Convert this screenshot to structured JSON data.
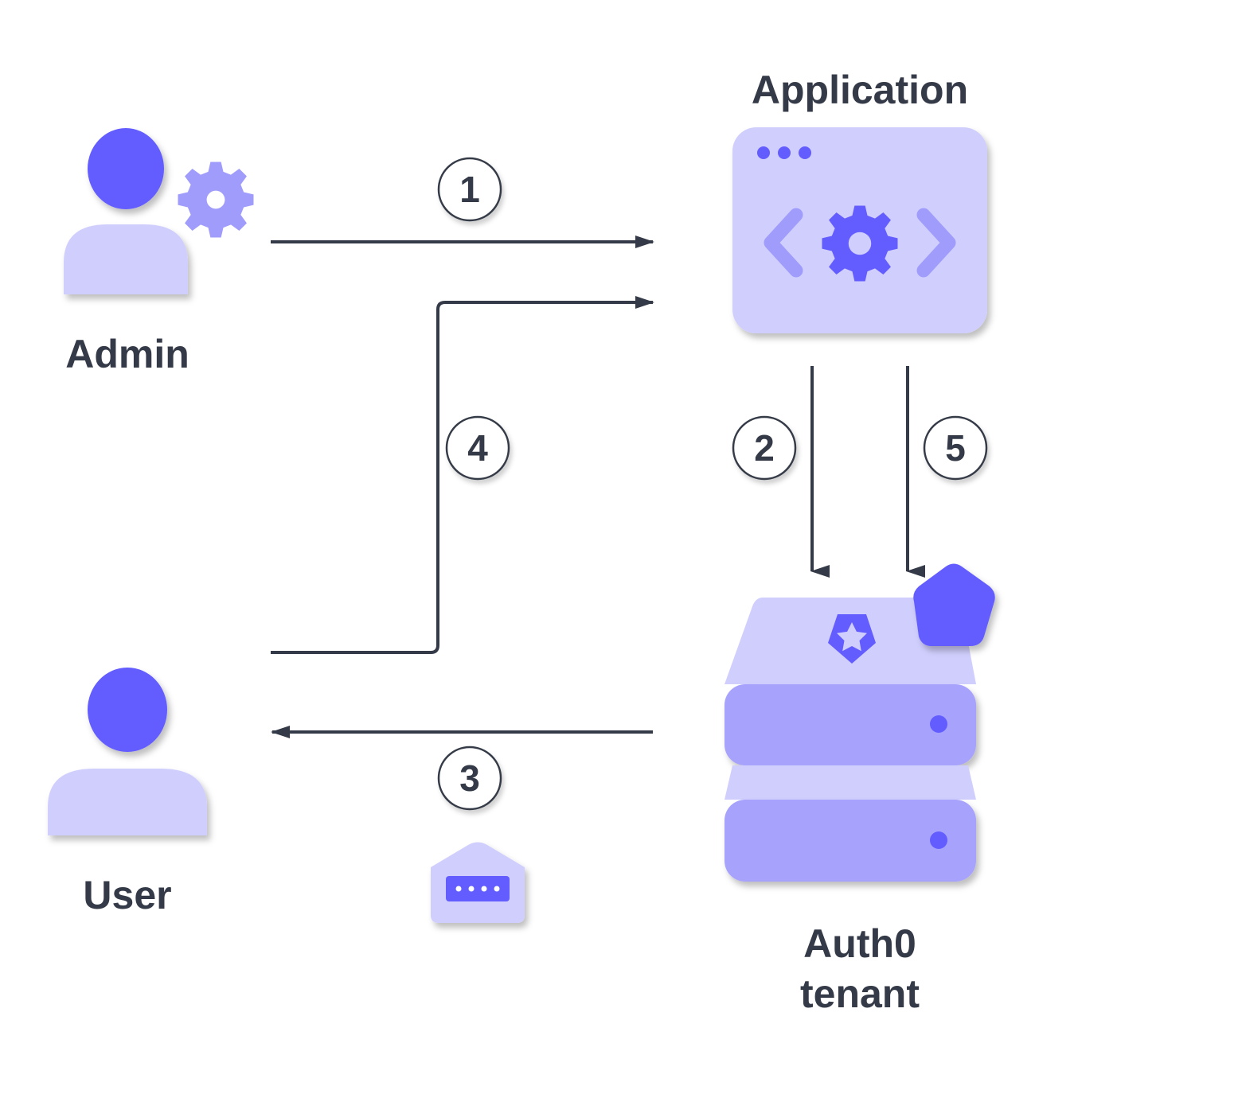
{
  "diagram": {
    "nodes": {
      "admin": {
        "label": "Admin"
      },
      "user": {
        "label": "User"
      },
      "application": {
        "label": "Application"
      },
      "tenant": {
        "label_line1": "Auth0",
        "label_line2": "tenant"
      }
    },
    "steps": [
      {
        "id": "1",
        "from": "admin",
        "to": "application"
      },
      {
        "id": "2",
        "from": "application",
        "to": "tenant"
      },
      {
        "id": "3",
        "from": "tenant",
        "to": "user"
      },
      {
        "id": "4",
        "from": "user",
        "to": "application"
      },
      {
        "id": "5",
        "from": "application",
        "to": "tenant"
      }
    ]
  },
  "colors": {
    "text": "#343a47",
    "line": "#343a47",
    "accent": "#635dff",
    "light": "#d0cefd",
    "mid": "#a7a3fd",
    "gear_light": "#a09cfb"
  },
  "icons": {
    "admin": "admin-person-icon",
    "admin_badge": "gear-icon",
    "user": "user-person-icon",
    "application": "browser-window-code-icon",
    "tenant": "server-stack-icon",
    "tenant_badge": "pentagon-icon",
    "tenant_logo": "auth0-shield-icon",
    "message": "envelope-code-icon"
  }
}
